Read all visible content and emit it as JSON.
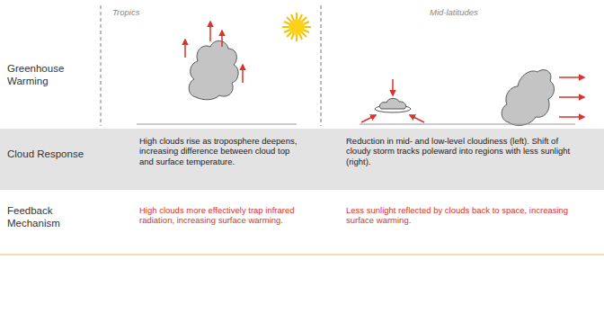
{
  "diagram": {
    "nodes": [
      {
        "text": [
          "Cloud Response",
          "High clouds rise as troposphere deepens, increasing difference between cloud top and surface temperature.",
          "Reduction in mid- and low-level cloudiness (left). Shift of cloudy storm tracks poleward into regions with less sunlight (right)."
        ]
      }
    ],
    "labels": [
      "Tropics",
      "Mid-latitudes",
      "Greenhouse Warming",
      "Feedback Mechanism",
      "High clouds more effectively trap infrared radiation, increasing surface warming.",
      "Less sunlight reflected by clouds back to space, increasing surface warming."
    ]
  }
}
